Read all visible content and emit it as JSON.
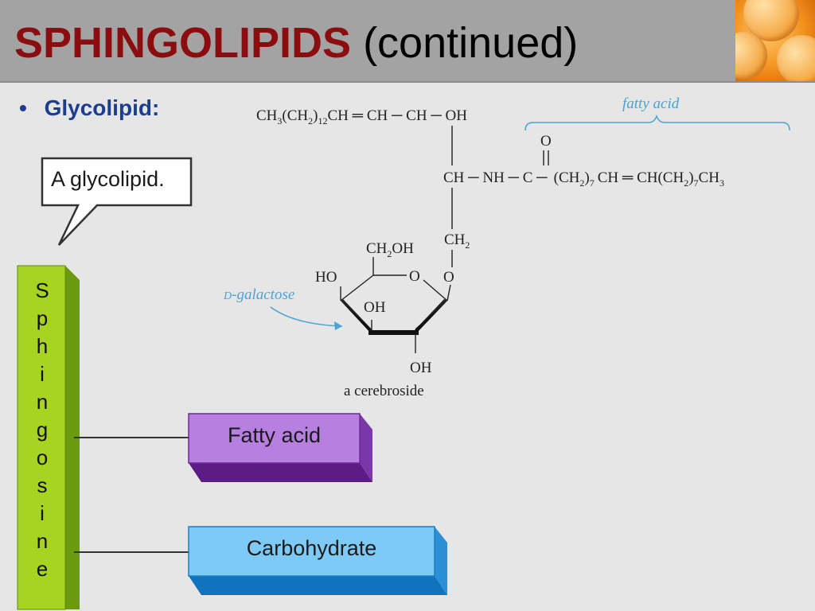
{
  "slide": {
    "title_main": "SPHINGOLIPIDS",
    "title_sub": "(continued)",
    "bullet_marker": "•",
    "bullet_text": "Glycolipid:",
    "callout_text": "A glycolipid."
  },
  "diagram": {
    "line1": {
      "ch3": "CH",
      "sub3": "3",
      "ch2group": "(CH",
      "sub2": "2",
      "close": ")",
      "sub12": "12",
      "rest": "CH ═ CH ─ CH ─ OH"
    },
    "fatty_acid_label": "fatty acid",
    "line2_o": "O",
    "line2_left": "CH ─ NH ─ C ─",
    "line2_chain_a": "(CH",
    "line2_chain_b": ")",
    "line2_sub7a": "7",
    "line2_mid": "CH ═ CH(CH",
    "line2_sub2b": "2",
    "line2_close": ")",
    "line2_sub7b": "7",
    "line2_end": "CH",
    "line2_sub3": "3",
    "ch2": "CH",
    "ch2_sub": "2",
    "ring_o_right": "O",
    "ring_o": "O",
    "ch2oh": "CH",
    "ch2oh_sub": "2",
    "ch2oh_end": "OH",
    "ho_left": "HO",
    "oh_mid": "OH",
    "oh_bottom": "OH",
    "d_galactose_d": "D",
    "d_galactose_rest": "-galactose",
    "caption": "a cerebroside"
  },
  "blocks": {
    "sphingosine_letters": [
      "S",
      "p",
      "h",
      "i",
      "n",
      "g",
      "o",
      "s",
      "i",
      "n",
      "e"
    ],
    "fatty_acid": "Fatty acid",
    "carbohydrate": "Carbohydrate"
  },
  "colors": {
    "title_red": "#8b0d10",
    "bullet_blue": "#1d3e8f",
    "green_block": "#9ccc1c",
    "purple_block": "#8e3fb8",
    "blue_block": "#3aa4e6"
  }
}
